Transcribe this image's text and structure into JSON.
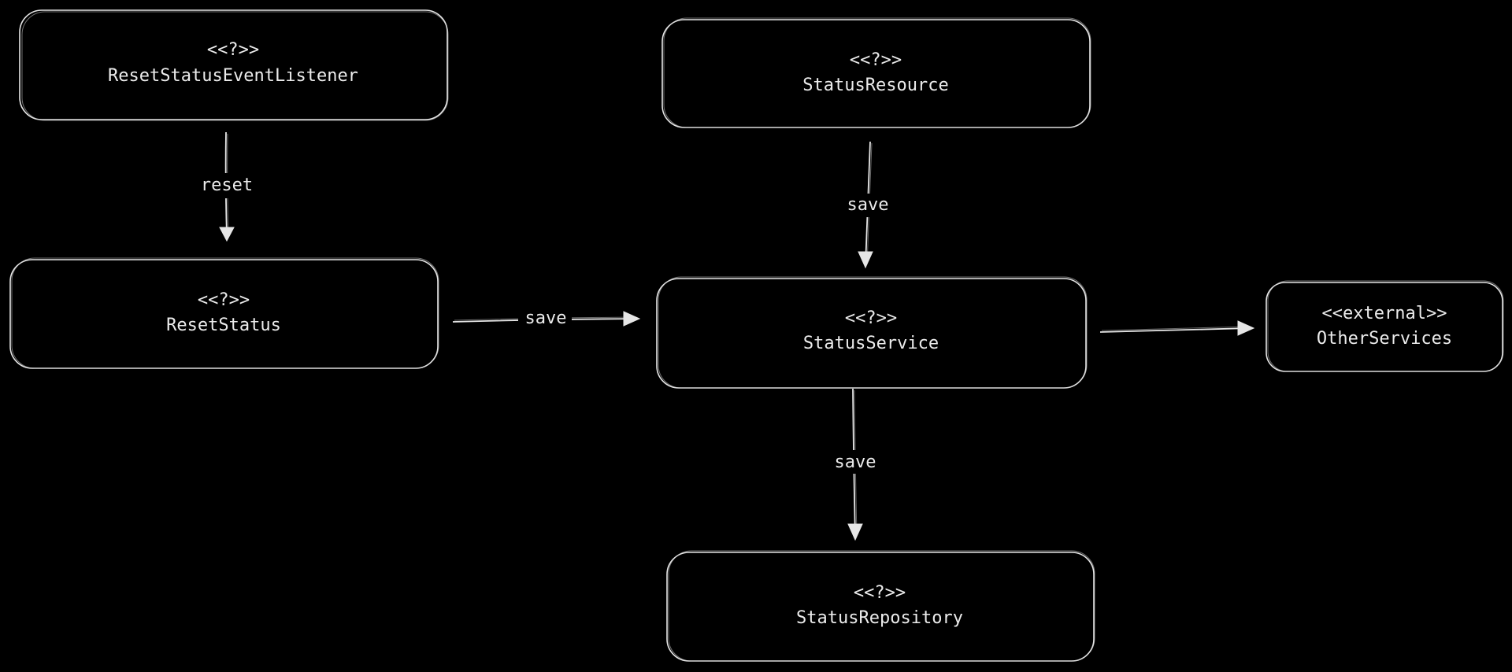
{
  "nodes": {
    "reset_status_event_listener": {
      "stereotype": "<<?>>",
      "name": "ResetStatusEventListener"
    },
    "status_resource": {
      "stereotype": "<<?>>",
      "name": "StatusResource"
    },
    "reset_status": {
      "stereotype": "<<?>>",
      "name": "ResetStatus"
    },
    "status_service": {
      "stereotype": "<<?>>",
      "name": "StatusService"
    },
    "other_services": {
      "stereotype": "<<external>>",
      "name": "OtherServices"
    },
    "status_repository": {
      "stereotype": "<<?>>",
      "name": "StatusRepository"
    }
  },
  "edges": {
    "listener_to_reset": {
      "label": "reset"
    },
    "resource_to_service": {
      "label": "save"
    },
    "reset_to_service": {
      "label": "save"
    },
    "service_to_repository": {
      "label": "save"
    },
    "service_to_other": {
      "label": ""
    }
  },
  "colors": {
    "background": "#000000",
    "stroke": "#e6e6e6",
    "text": "#ececec"
  }
}
